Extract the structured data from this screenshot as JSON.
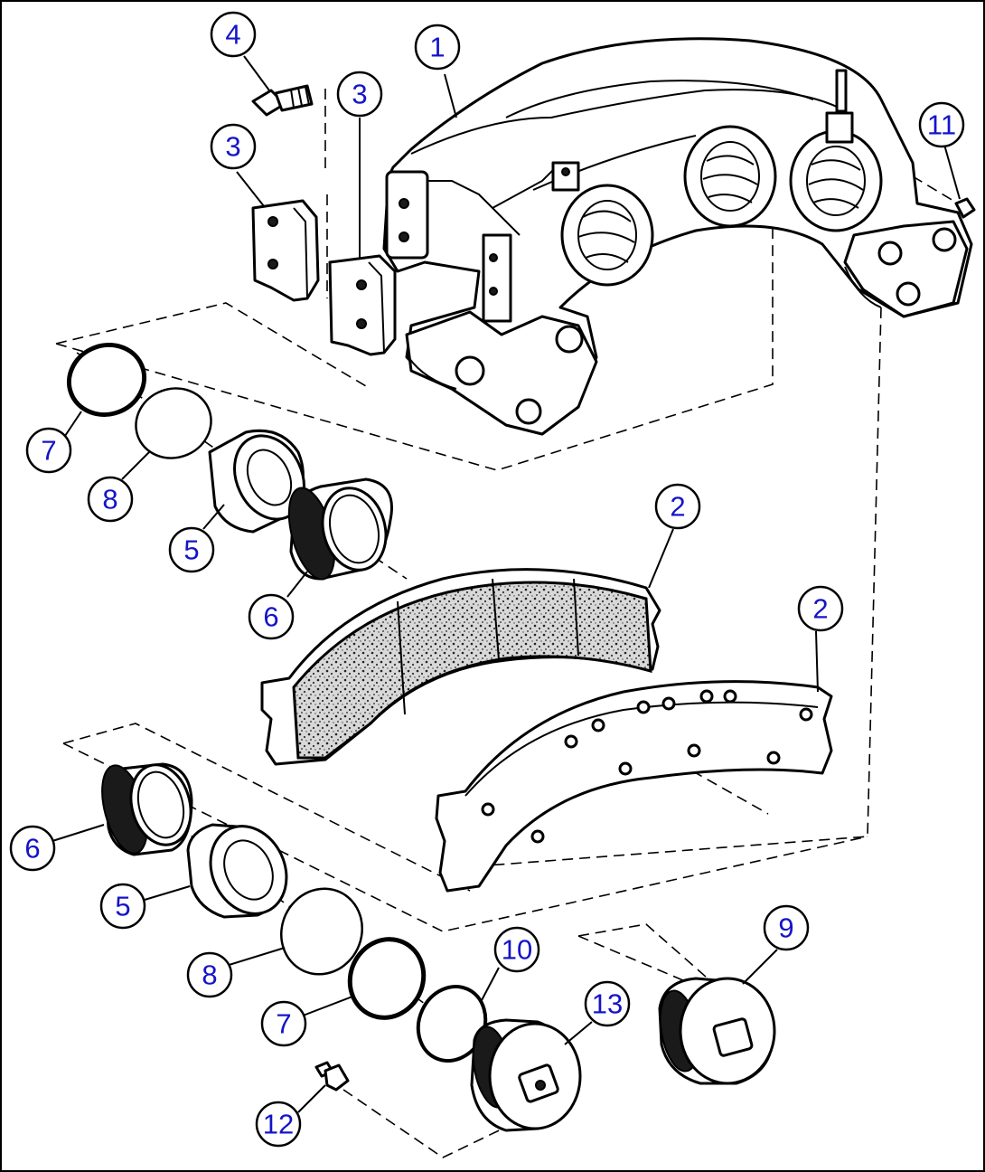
{
  "callouts": [
    {
      "id": "c4",
      "label": "4"
    },
    {
      "id": "c1",
      "label": "1"
    },
    {
      "id": "c3a",
      "label": "3"
    },
    {
      "id": "c3b",
      "label": "3"
    },
    {
      "id": "c11",
      "label": "11"
    },
    {
      "id": "c7a",
      "label": "7"
    },
    {
      "id": "c8a",
      "label": "8"
    },
    {
      "id": "c5a",
      "label": "5"
    },
    {
      "id": "c6a",
      "label": "6"
    },
    {
      "id": "c2a",
      "label": "2"
    },
    {
      "id": "c2b",
      "label": "2"
    },
    {
      "id": "c6b",
      "label": "6"
    },
    {
      "id": "c5b",
      "label": "5"
    },
    {
      "id": "c8b",
      "label": "8"
    },
    {
      "id": "c7b",
      "label": "7"
    },
    {
      "id": "c10",
      "label": "10"
    },
    {
      "id": "c9",
      "label": "9"
    },
    {
      "id": "c13",
      "label": "13"
    },
    {
      "id": "c12",
      "label": "12"
    }
  ]
}
